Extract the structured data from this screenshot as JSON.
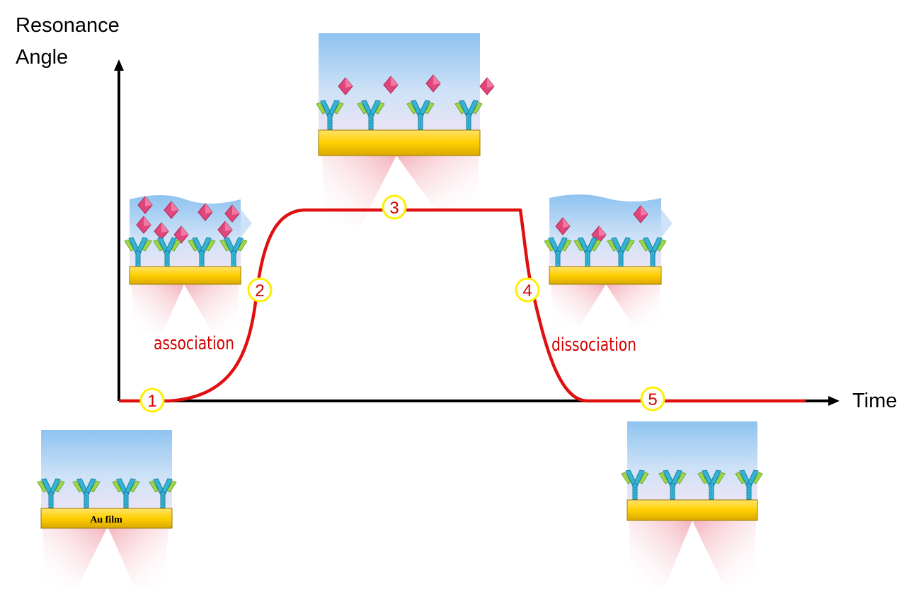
{
  "axes": {
    "y_label_line1": "Resonance",
    "y_label_line2": "Angle",
    "x_label": "Time"
  },
  "phases": {
    "association": "association",
    "dissociation": "dissociation"
  },
  "steps": [
    "1",
    "2",
    "3",
    "4",
    "5"
  ],
  "sensor": {
    "film_label": "Au film"
  },
  "colors": {
    "curve": "#e01010",
    "axis": "#000000",
    "gold": "#ffd000",
    "antibody": "#33b5d6",
    "antigen": "#e0457b",
    "marker_ring": "#ffee00"
  }
}
